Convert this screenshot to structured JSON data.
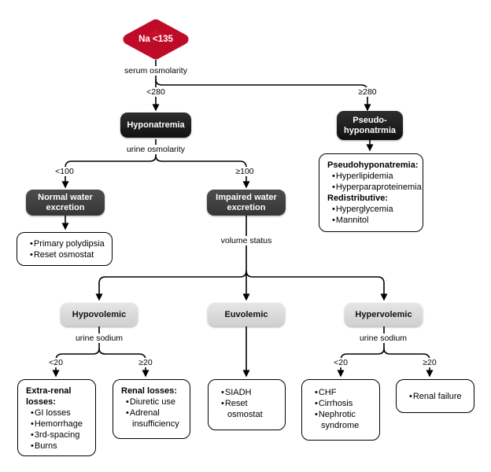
{
  "diagram": {
    "root": {
      "label": "Na <135"
    },
    "nodes": {
      "hyponatremia": {
        "label": "Hyponatremia"
      },
      "pseudohyponatremia": {
        "line1": "Pseudo-",
        "line2": "hyponatrmia"
      },
      "normal_water": {
        "line1": "Normal water",
        "line2": "excretion"
      },
      "impaired_water": {
        "line1": "Impaired water",
        "line2": "excretion"
      },
      "hypovolemic": {
        "label": "Hypovolemic"
      },
      "euvolemic": {
        "label": "Euvolemic"
      },
      "hypervolemic": {
        "label": "Hypervolemic"
      }
    },
    "edge_labels": {
      "serum_osmolarity": "serum osmolarity",
      "lt_280": "<280",
      "gte_280": "≥280",
      "urine_osmolarity": "urine osmolarity",
      "lt_100": "<100",
      "gte_100": "≥100",
      "volume_status": "volume status",
      "urine_sodium_left": "urine sodium",
      "urine_sodium_right": "urine sodium",
      "hypo_lt_20": "<20",
      "hypo_gte_20": "≥20",
      "hyper_lt_20": "<20",
      "hyper_gte_20": "≥20"
    },
    "detail_boxes": {
      "pseudo_detail": {
        "heading1": "Pseudohyponatremia:",
        "items1": [
          "Hyperlipidemia",
          "Hyperparaproteinemia"
        ],
        "heading2": "Redistributive:",
        "items2": [
          "Hyperglycemia",
          "Mannitol"
        ]
      },
      "polydipsia": {
        "items": [
          "Primary polydipsia",
          "Reset osmostat"
        ]
      },
      "extra_renal": {
        "heading": "Extra-renal losses:",
        "items": [
          "GI losses",
          "Hemorrhage",
          "3rd-spacing",
          "Burns"
        ]
      },
      "renal_losses": {
        "heading": "Renal losses:",
        "items": [
          "Diuretic use",
          "Adrenal insufficiency"
        ]
      },
      "siadh": {
        "items": [
          "SIADH",
          "Reset osmostat"
        ]
      },
      "chf": {
        "items": [
          "CHF",
          "Cirrhosis",
          "Nephrotic syndrome"
        ]
      },
      "renal_failure": {
        "items": [
          "Renal failure"
        ]
      }
    },
    "colors": {
      "root_red": "#c90b2b",
      "dark_box": "#1a1a1a",
      "mid_gray_box": "#414141",
      "light_gray_box": "#d9d9d9",
      "line": "#000000"
    }
  }
}
